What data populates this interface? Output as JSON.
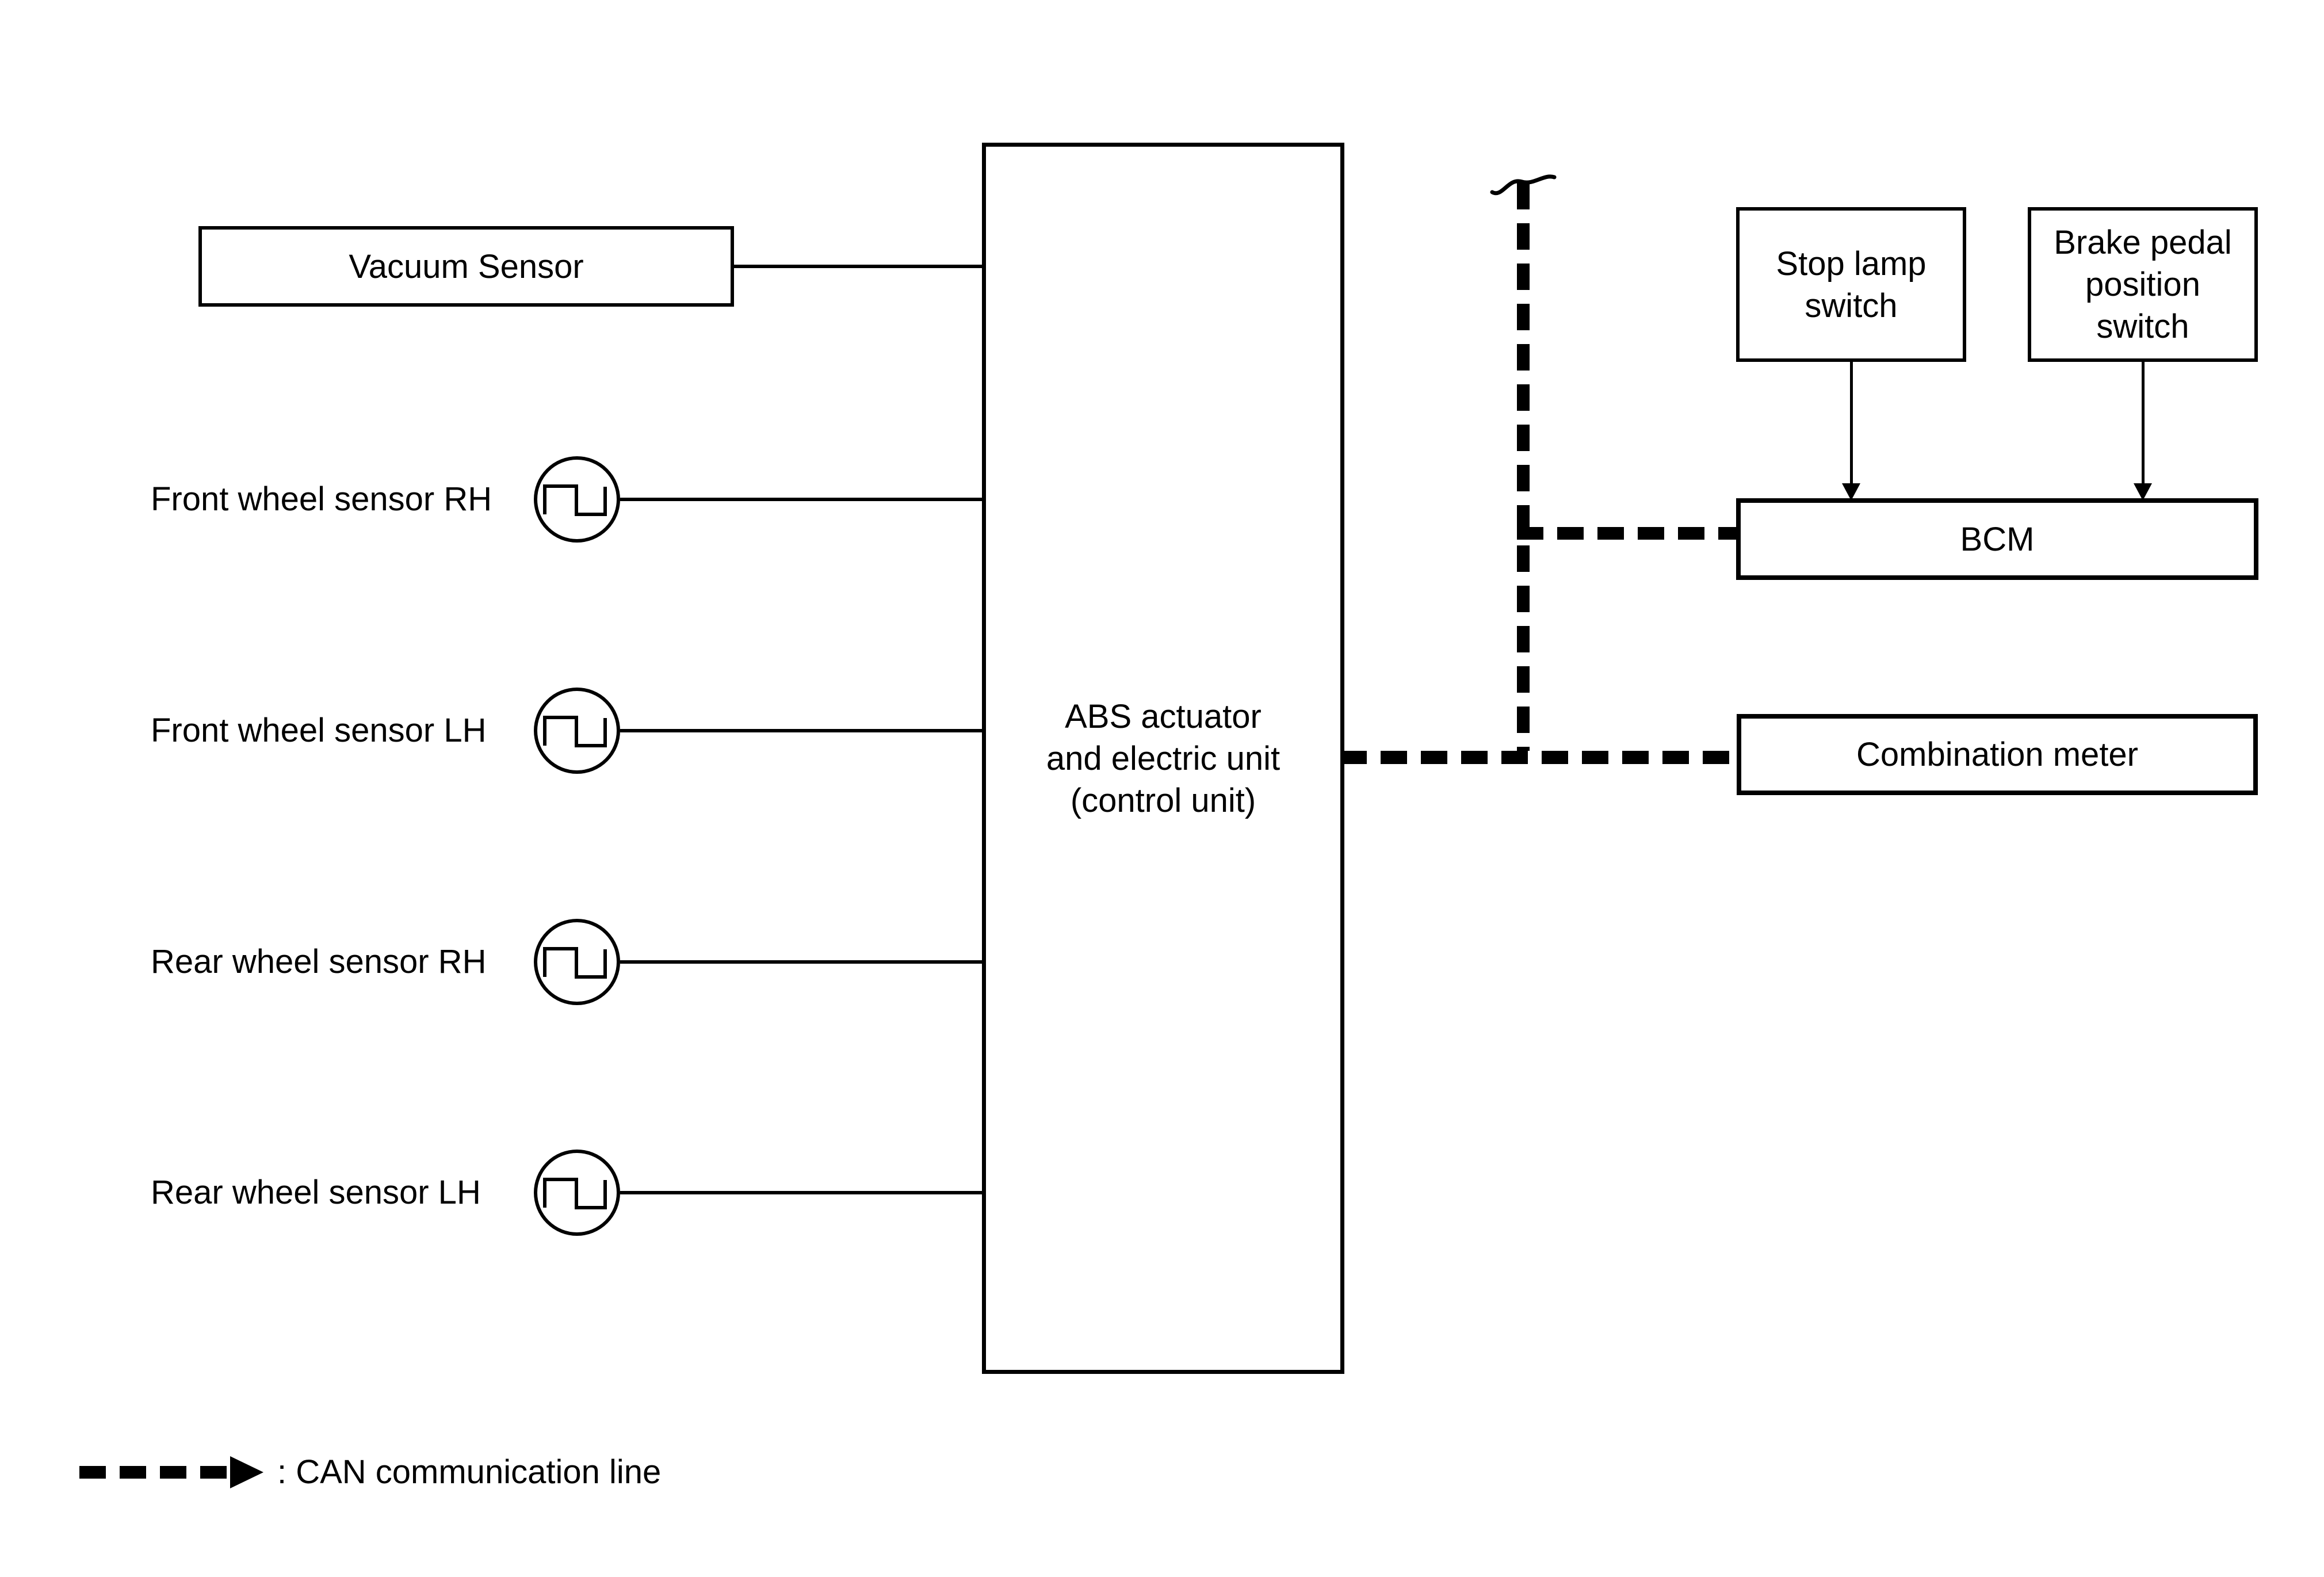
{
  "diagram": {
    "colors": {
      "background": "#ffffff",
      "line": "#000000"
    },
    "boxes": {
      "vacuum_sensor": {
        "label": "Vacuum Sensor"
      },
      "abs_unit": {
        "lines": [
          "ABS actuator",
          "and electric unit",
          "(control unit)"
        ]
      },
      "stop_lamp_switch": {
        "lines": [
          "Stop lamp",
          "switch"
        ]
      },
      "brake_pedal_position_switch": {
        "lines": [
          "Brake pedal",
          "position",
          "switch"
        ]
      },
      "bcm": {
        "label": "BCM"
      },
      "combination_meter": {
        "label": "Combination meter"
      }
    },
    "wheel_sensors": [
      {
        "label": "Front wheel sensor RH"
      },
      {
        "label": "Front wheel sensor LH"
      },
      {
        "label": "Rear wheel sensor RH"
      },
      {
        "label": "Rear wheel sensor LH"
      }
    ],
    "legend": {
      "label": ": CAN communication line"
    },
    "icons": {
      "wheel_sensor_icon": "circle-with-square-wave-pulse",
      "can_line_style": "thick-black-white-dashed",
      "line_break_icon": "wave-break",
      "arrow_icon": "filled-triangle"
    }
  }
}
